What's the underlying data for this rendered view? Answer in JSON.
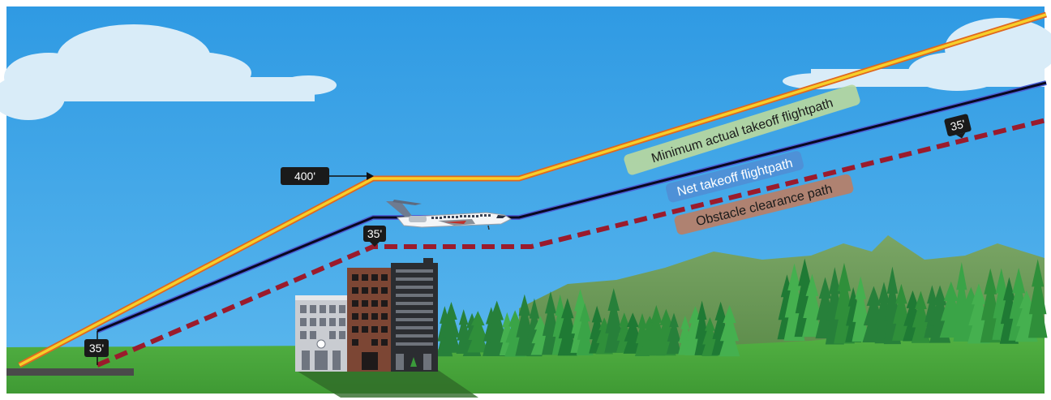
{
  "labels": {
    "altitude_400": "400'",
    "height_35_runway": "35'",
    "height_35_building": "35'",
    "height_35_right": "35'"
  },
  "paths": {
    "minimum_actual": "Minimum actual takeoff flightpath",
    "net": "Net takeoff flightpath",
    "obstacle": "Obstacle clearance path"
  },
  "colors": {
    "sky": "#3aa3e6",
    "grass": "#4fae3f",
    "mountain": "#6f9c5a",
    "minimum_actual_path": "#f3c21f",
    "net_path": "#0b0b2e",
    "obstacle_path": "#9b1b2c",
    "label_minimum_bg": "#b7d7a0",
    "label_net_bg": "#4f8fd6",
    "label_obstacle_bg": "#b57f6a"
  },
  "icons": {
    "aircraft": "regional-jet-icon",
    "buildings": "city-buildings-icon"
  }
}
